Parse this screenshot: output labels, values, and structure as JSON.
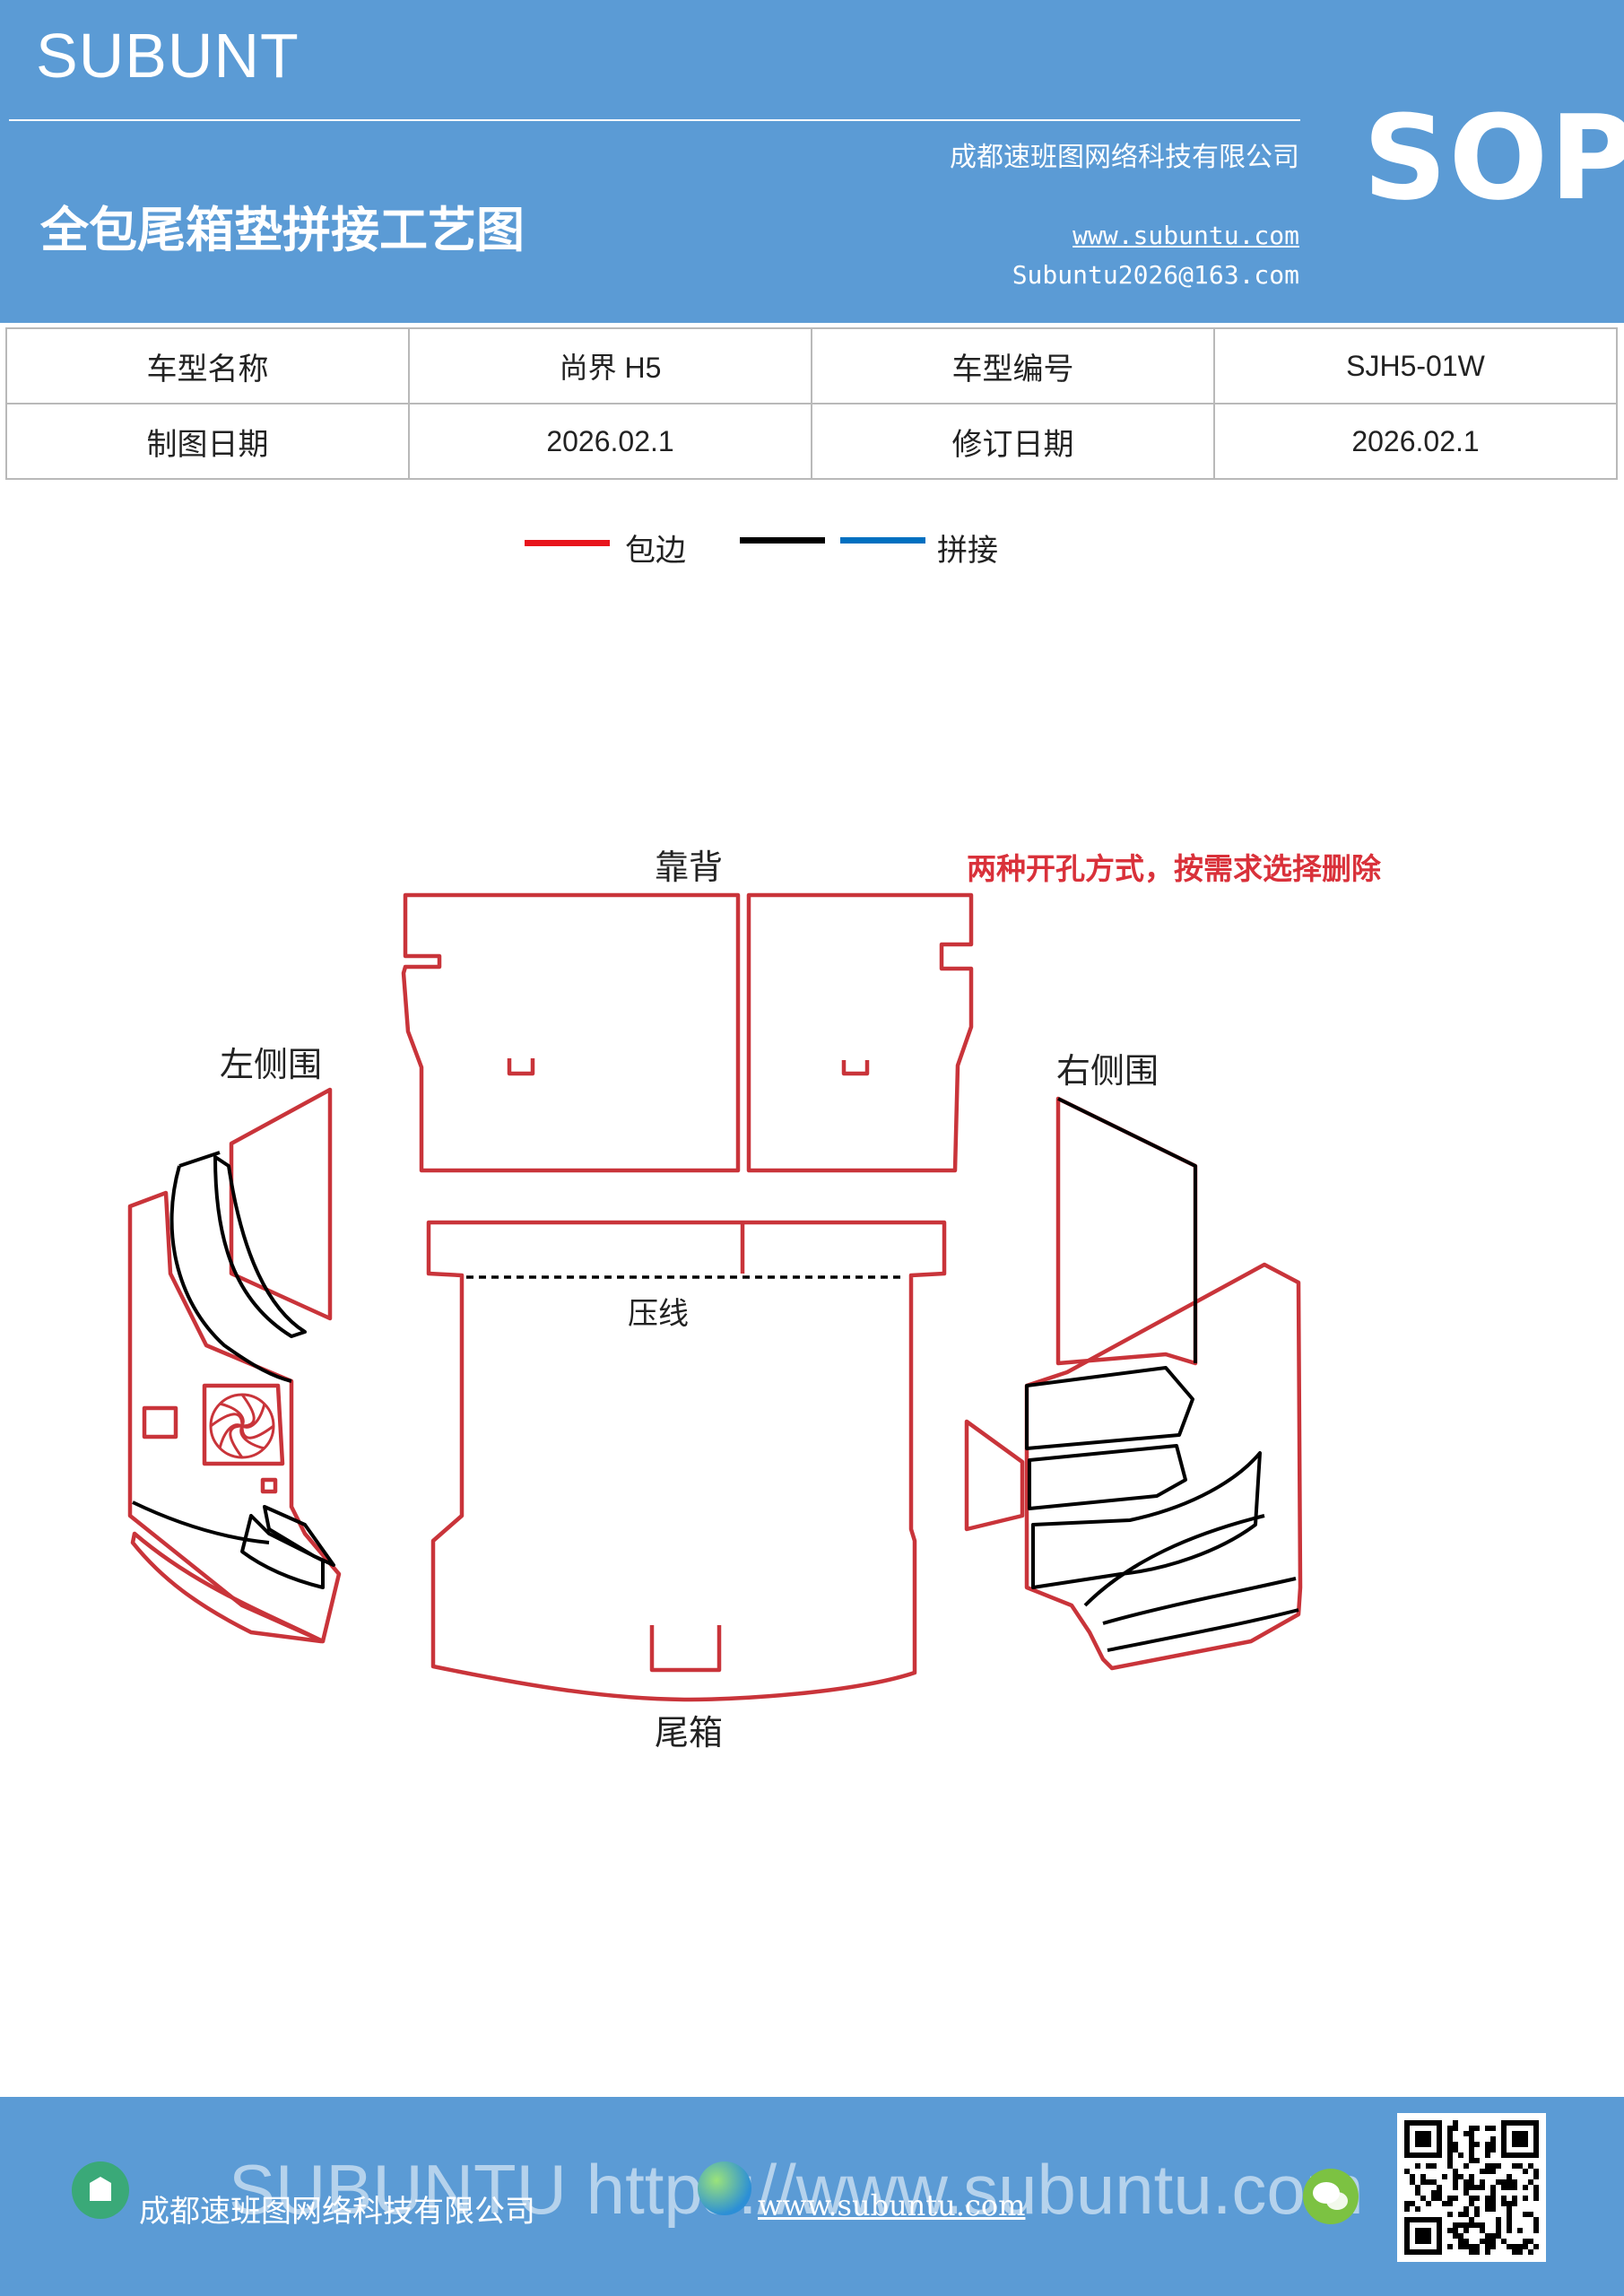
{
  "header": {
    "brand": "SUBUNT",
    "title": "全包尾箱垫拼接工艺图",
    "company": "成都速班图网络科技有限公司",
    "website": "www.subuntu.com",
    "email": "Subuntu2026@163.com",
    "badge": "SOP"
  },
  "info_table": {
    "rows": [
      [
        "车型名称",
        "尚界 H5",
        "车型编号",
        "SJH5-01W"
      ],
      [
        "制图日期",
        "2026.02.1",
        "修订日期",
        "2026.02.1"
      ]
    ]
  },
  "legend": {
    "items": [
      {
        "label": "包边",
        "color": "#e8141c"
      },
      {
        "label": "",
        "color": "#000000"
      },
      {
        "label": "拼接",
        "color": "#0070c0"
      }
    ]
  },
  "diagram": {
    "backrest_label": "靠背",
    "note": "两种开孔方式，按需求选择删除",
    "left_side_label": "左侧围",
    "right_side_label": "右侧围",
    "crease_label": "压线",
    "trunk_label": "尾箱",
    "outline_color": "#c9343a",
    "note_color": "#d9313a"
  },
  "footer": {
    "watermark": "SUBUNTU https://www.subuntu.com",
    "company": "成都速班图网络科技有限公司",
    "website": "www.subuntu.com"
  }
}
